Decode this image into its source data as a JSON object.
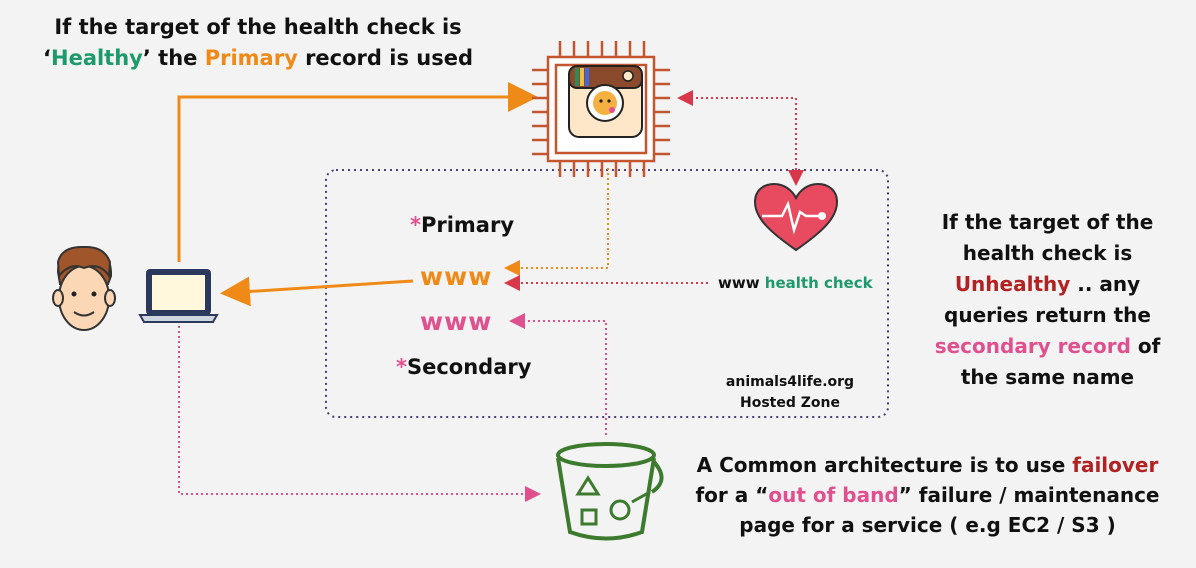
{
  "top_note": {
    "line1": "If the target of the health check is",
    "quote_open": "‘",
    "healthy": "Healthy",
    "quote_close": "’ the ",
    "primary": "Primary",
    "rest": " record is used"
  },
  "records": {
    "star": "*",
    "primary_label": "Primary",
    "primary_www": "www",
    "secondary_www": "www",
    "secondary_label": "Secondary"
  },
  "health_check": {
    "prefix": "www ",
    "label": "health check"
  },
  "hosted_zone": {
    "domain": "animals4life.org",
    "label": "Hosted Zone"
  },
  "right_note": {
    "line1": "If the target of the",
    "line2": "health check is",
    "unhealthy": "Unhealthy",
    "line3_rest": " .. any",
    "line4": "queries return the",
    "secondary_record": "secondary record",
    "line5_rest": " of",
    "line6": "the same name"
  },
  "bottom_note": {
    "line1": "A Common architecture is to use ",
    "failover": "failover",
    "line2_pre": "for a “",
    "out_of_band": "out of band",
    "line2_post": "” failure / maintenance",
    "line3": "page for a service ( e.g EC2 / S3 )"
  },
  "colors": {
    "orange": "#f08a17",
    "pink": "#e0508f",
    "red": "#d9374a",
    "green": "#1d9a6c",
    "zone_border": "#4a3f7a",
    "chip": "#c4562f",
    "bucket": "#3c7a2e"
  },
  "icons": {
    "user": "user-avatar-icon",
    "laptop": "laptop-icon",
    "chip": "ec2-instance-chip-icon",
    "heart": "health-check-heart-icon",
    "bucket": "s3-bucket-icon"
  }
}
